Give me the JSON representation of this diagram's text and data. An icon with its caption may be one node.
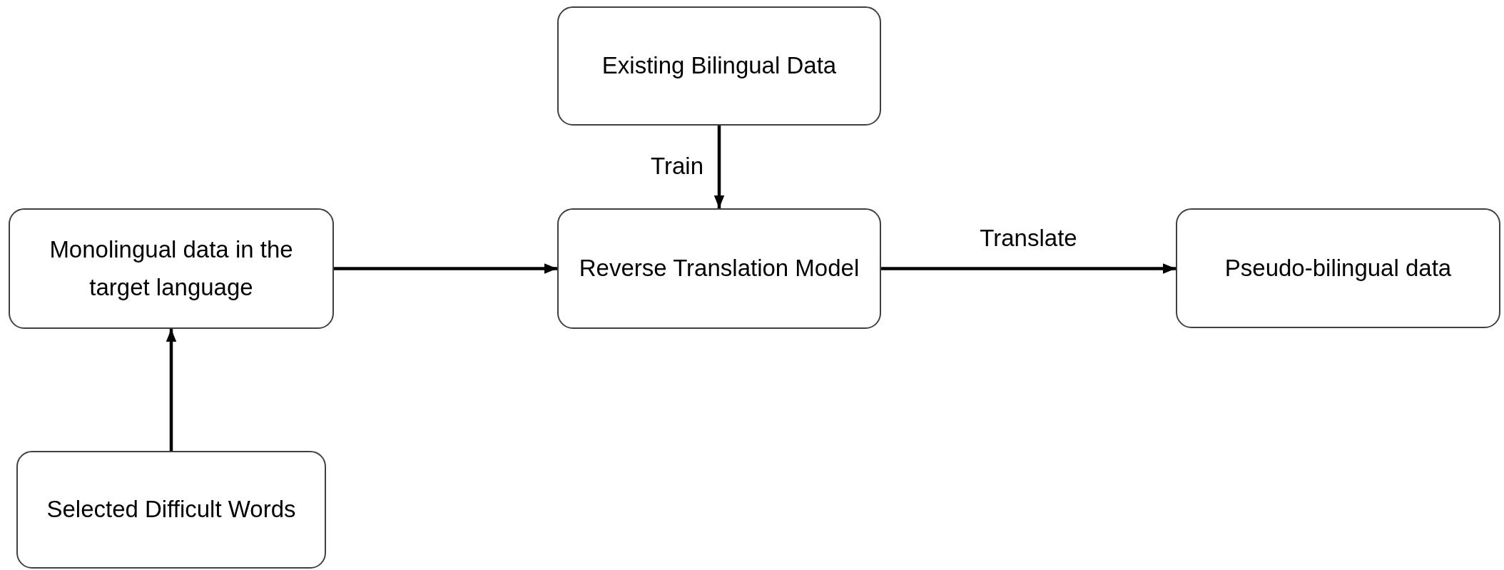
{
  "diagram": {
    "nodes": [
      {
        "text": [
          "Existing Bilingual Data"
        ]
      },
      {
        "text": [
          "Monolingual data in the target language"
        ]
      },
      {
        "text": [
          "Reverse Translation Model"
        ]
      },
      {
        "text": [
          "Pseudo-bilingual data"
        ]
      },
      {
        "text": [
          "Selected Difficult Words"
        ]
      }
    ],
    "edges": [
      {
        "from": 0,
        "to": 2,
        "arrow": "to",
        "label": "Train"
      },
      {
        "from": 1,
        "to": 2,
        "arrow": "to"
      },
      {
        "from": 2,
        "to": 3,
        "arrow": "to",
        "label": "Translate"
      },
      {
        "from": 4,
        "to": 1,
        "arrow": "to"
      }
    ]
  }
}
